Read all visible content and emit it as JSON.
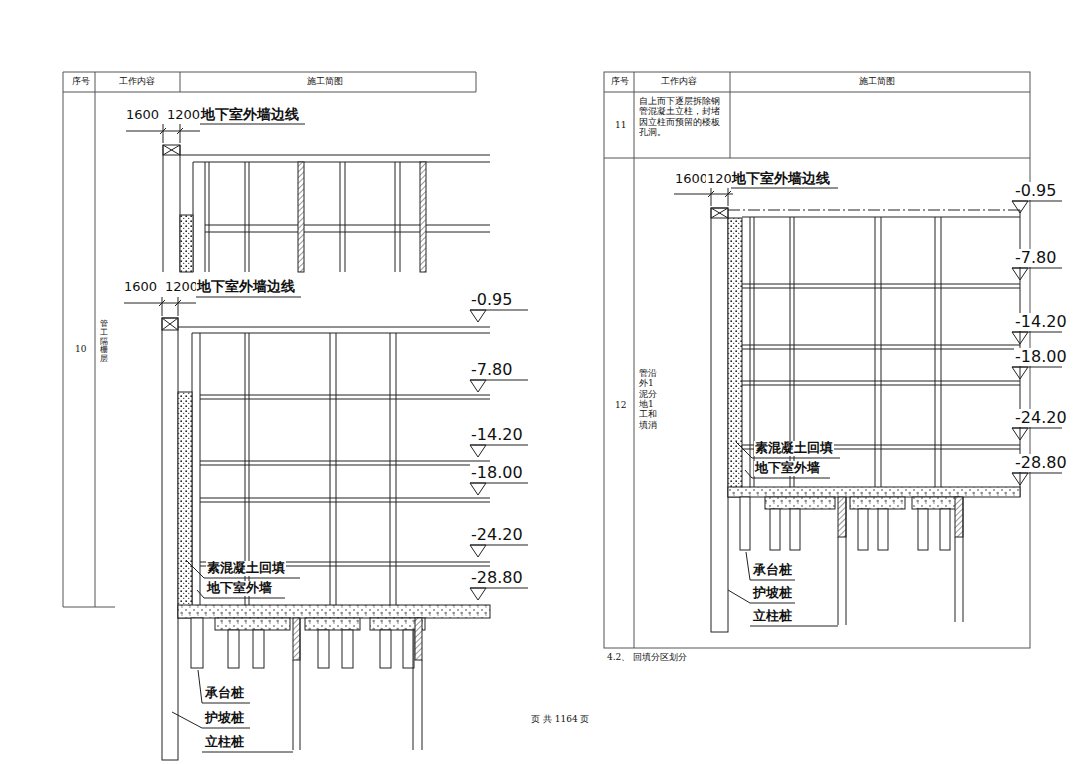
{
  "diagram": {
    "labels": [
      "序号",
      "工作内容",
      "施工简图",
      "10",
      "管工隔栅层",
      "1600",
      "1200",
      "地下室外墙边线",
      "1600",
      "1200",
      "地下室外墙边线",
      "-0.95",
      "-7.80",
      "-14.20",
      "-18.00",
      "-24.20",
      "-28.80",
      "素混凝土回填",
      "地下室外墙",
      "承台桩",
      "护坡桩",
      "立柱桩",
      "序号",
      "工作内容",
      "施工简图",
      "11",
      "自上而下逐层拆除钢管混凝土立柱，封堵因立柱而预留的楼板孔洞。",
      "12",
      "管沿外1泥分地1工和填消",
      "1600",
      "1200",
      "地下室外墙边线",
      "-0.95",
      "-7.80",
      "-14.20",
      "-18.00",
      "-24.20",
      "-28.80",
      "素混凝土回填",
      "地下室外墙",
      "承台桩",
      "护坡桩",
      "立柱桩",
      "4.2、 回填分区划分",
      "页 共 1164 页"
    ]
  }
}
